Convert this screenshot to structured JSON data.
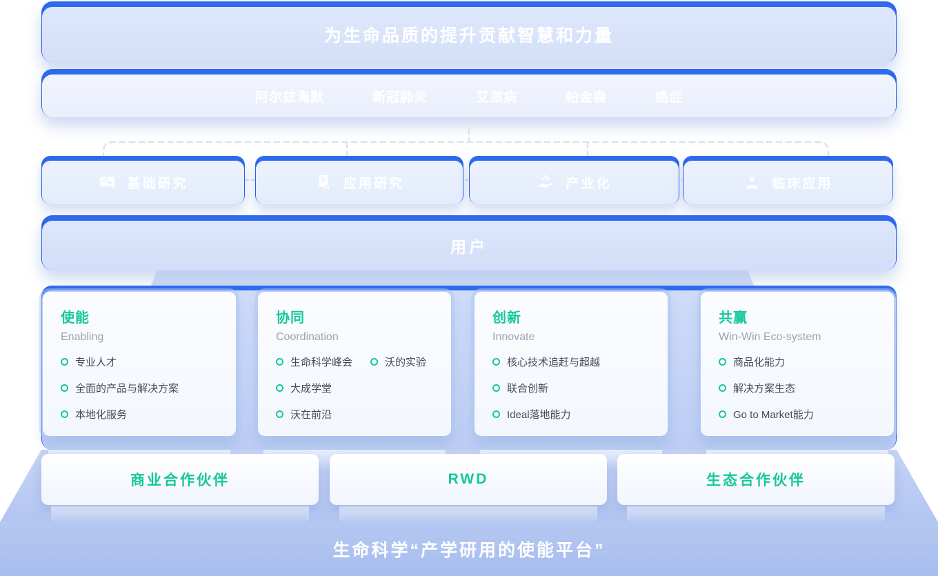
{
  "banner_mission": {
    "title": "为生命品质的提升贡献智慧和力量"
  },
  "banner_diseases": {
    "items": [
      "阿尔兹海默",
      "新冠肺炎",
      "艾滋病",
      "帕金森",
      "癌症"
    ]
  },
  "research_stages": [
    {
      "label": "基础研究",
      "icon": "book-search-icon"
    },
    {
      "label": "应用研究",
      "icon": "document-flask-icon"
    },
    {
      "label": "产业化",
      "icon": "hand-offering-icon"
    },
    {
      "label": "临床应用",
      "icon": "doctor-icon"
    }
  ],
  "banner_users": {
    "title": "用户"
  },
  "capability_cards": [
    {
      "title": "使能",
      "subtitle": "Enabling",
      "rows": [
        [
          "专业人才"
        ],
        [
          "全面的产品与解决方案"
        ],
        [
          "本地化服务"
        ]
      ]
    },
    {
      "title": "协同",
      "subtitle": "Coordination",
      "rows": [
        [
          "生命科学峰会",
          "沃的实验"
        ],
        [
          "大成学堂"
        ],
        [
          "沃在前沿"
        ]
      ]
    },
    {
      "title": "创新",
      "subtitle": "Innovate",
      "rows": [
        [
          "核心技术追赶与超越"
        ],
        [
          "联合创新"
        ],
        [
          "Ideal落地能力"
        ]
      ]
    },
    {
      "title": "共赢",
      "subtitle": "Win-Win Eco-system",
      "rows": [
        [
          "商品化能力"
        ],
        [
          "解决方案生态"
        ],
        [
          "Go to Market能力"
        ]
      ]
    }
  ],
  "partners": [
    "商业合作伙伴",
    "RWD",
    "生态合作伙伴"
  ],
  "platform_banner": {
    "title": "生命科学“产学研用的使能平台”"
  },
  "colors": {
    "accent_blue": "#2261e8",
    "green": "#15c89a",
    "deck_fill": "#c3d2f5",
    "banner_fill": "#d6e1f9"
  }
}
